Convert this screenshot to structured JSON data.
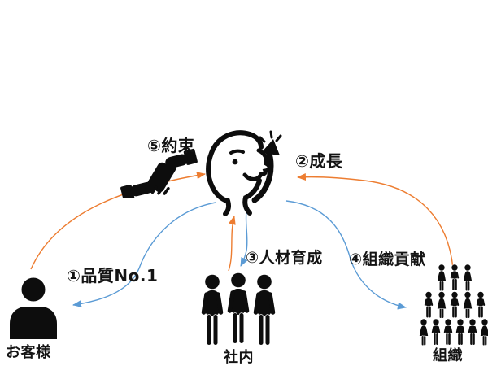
{
  "diagram": {
    "labels": {
      "promise": "⑤約束",
      "growth": "②成長",
      "quality_no1": "①品質No.1",
      "hr_development": "③人材育成",
      "org_contribution": "④組織貢献"
    },
    "entities": {
      "customer": "お客様",
      "internal": "社内",
      "organization": "組織"
    },
    "icons": {
      "center": "head-with-growth-arrow",
      "promise": "handshake",
      "customer": "person-bust",
      "internal": "three-people",
      "organization": "people-pyramid"
    },
    "colors": {
      "inbound_arrow": "#ED7D31",
      "outbound_arrow": "#5B9BD5",
      "icon": "#000000",
      "background": "#FFFFFF"
    }
  }
}
